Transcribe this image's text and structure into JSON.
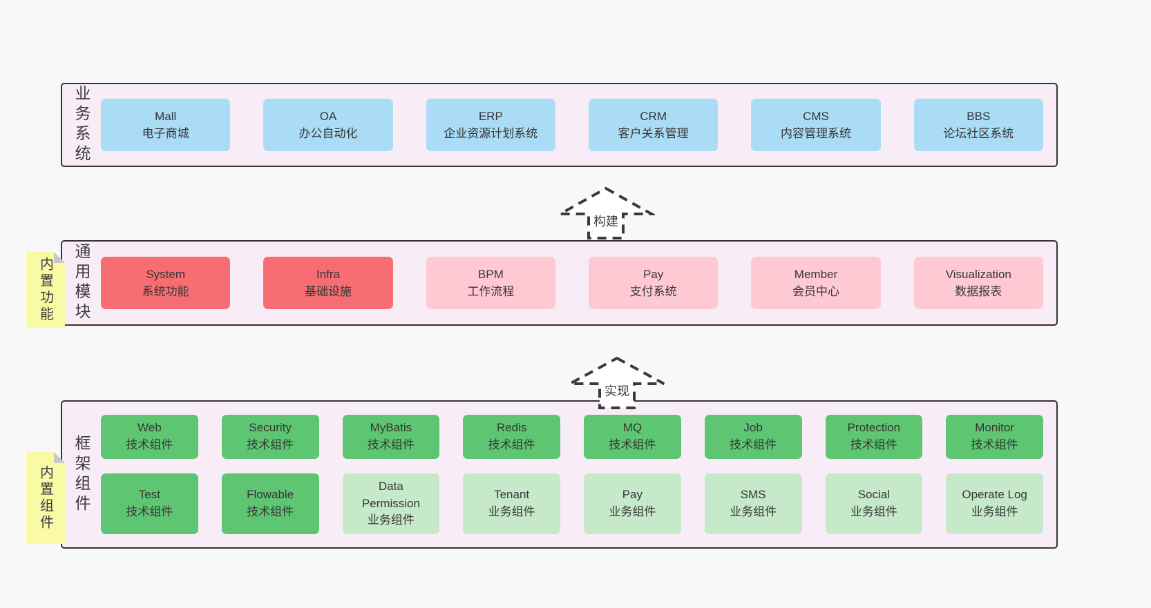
{
  "diagram": {
    "layers": {
      "business": {
        "label": "业务系统",
        "boxes": [
          {
            "name": "Mall",
            "desc": "电子商城"
          },
          {
            "name": "OA",
            "desc": "办公自动化"
          },
          {
            "name": "ERP",
            "desc": "企业资源计划系统"
          },
          {
            "name": "CRM",
            "desc": "客户关系管理"
          },
          {
            "name": "CMS",
            "desc": "内容管理系统"
          },
          {
            "name": "BBS",
            "desc": "论坛社区系统"
          }
        ]
      },
      "modules": {
        "label": "通用模块",
        "tag": "内置功能",
        "boxes": [
          {
            "name": "System",
            "desc": "系统功能"
          },
          {
            "name": "Infra",
            "desc": "基础设施"
          },
          {
            "name": "BPM",
            "desc": "工作流程"
          },
          {
            "name": "Pay",
            "desc": "支付系统"
          },
          {
            "name": "Member",
            "desc": "会员中心"
          },
          {
            "name": "Visualization",
            "desc": "数据报表"
          }
        ]
      },
      "framework": {
        "label": "框架组件",
        "tag": "内置组件",
        "row1": [
          {
            "name": "Web",
            "desc": "技术组件"
          },
          {
            "name": "Security",
            "desc": "技术组件"
          },
          {
            "name": "MyBatis",
            "desc": "技术组件"
          },
          {
            "name": "Redis",
            "desc": "技术组件"
          },
          {
            "name": "MQ",
            "desc": "技术组件"
          },
          {
            "name": "Job",
            "desc": "技术组件"
          },
          {
            "name": "Protection",
            "desc": "技术组件"
          },
          {
            "name": "Monitor",
            "desc": "技术组件"
          }
        ],
        "row2": [
          {
            "name": "Test",
            "desc": "技术组件"
          },
          {
            "name": "Flowable",
            "desc": "技术组件"
          },
          {
            "name": "Data Permission",
            "desc": "业务组件"
          },
          {
            "name": "Tenant",
            "desc": "业务组件"
          },
          {
            "name": "Pay",
            "desc": "业务组件"
          },
          {
            "name": "SMS",
            "desc": "业务组件"
          },
          {
            "name": "Social",
            "desc": "业务组件"
          },
          {
            "name": "Operate Log",
            "desc": "业务组件"
          }
        ]
      }
    },
    "arrows": [
      {
        "label": "构建"
      },
      {
        "label": "实现"
      }
    ],
    "colors": {
      "panel_background": "#f8edf6",
      "panel_border": "#333333",
      "box_blue": "#aadcf6",
      "box_red": "#f76d72",
      "box_pink": "#ffc9d3",
      "box_green_dark": "#5ec672",
      "box_green_light": "#c6e9ca",
      "tag_yellow": "#fafaa6",
      "tag_fold_gray": "#c9c9c9",
      "page_background": "#f8f8f8"
    }
  }
}
